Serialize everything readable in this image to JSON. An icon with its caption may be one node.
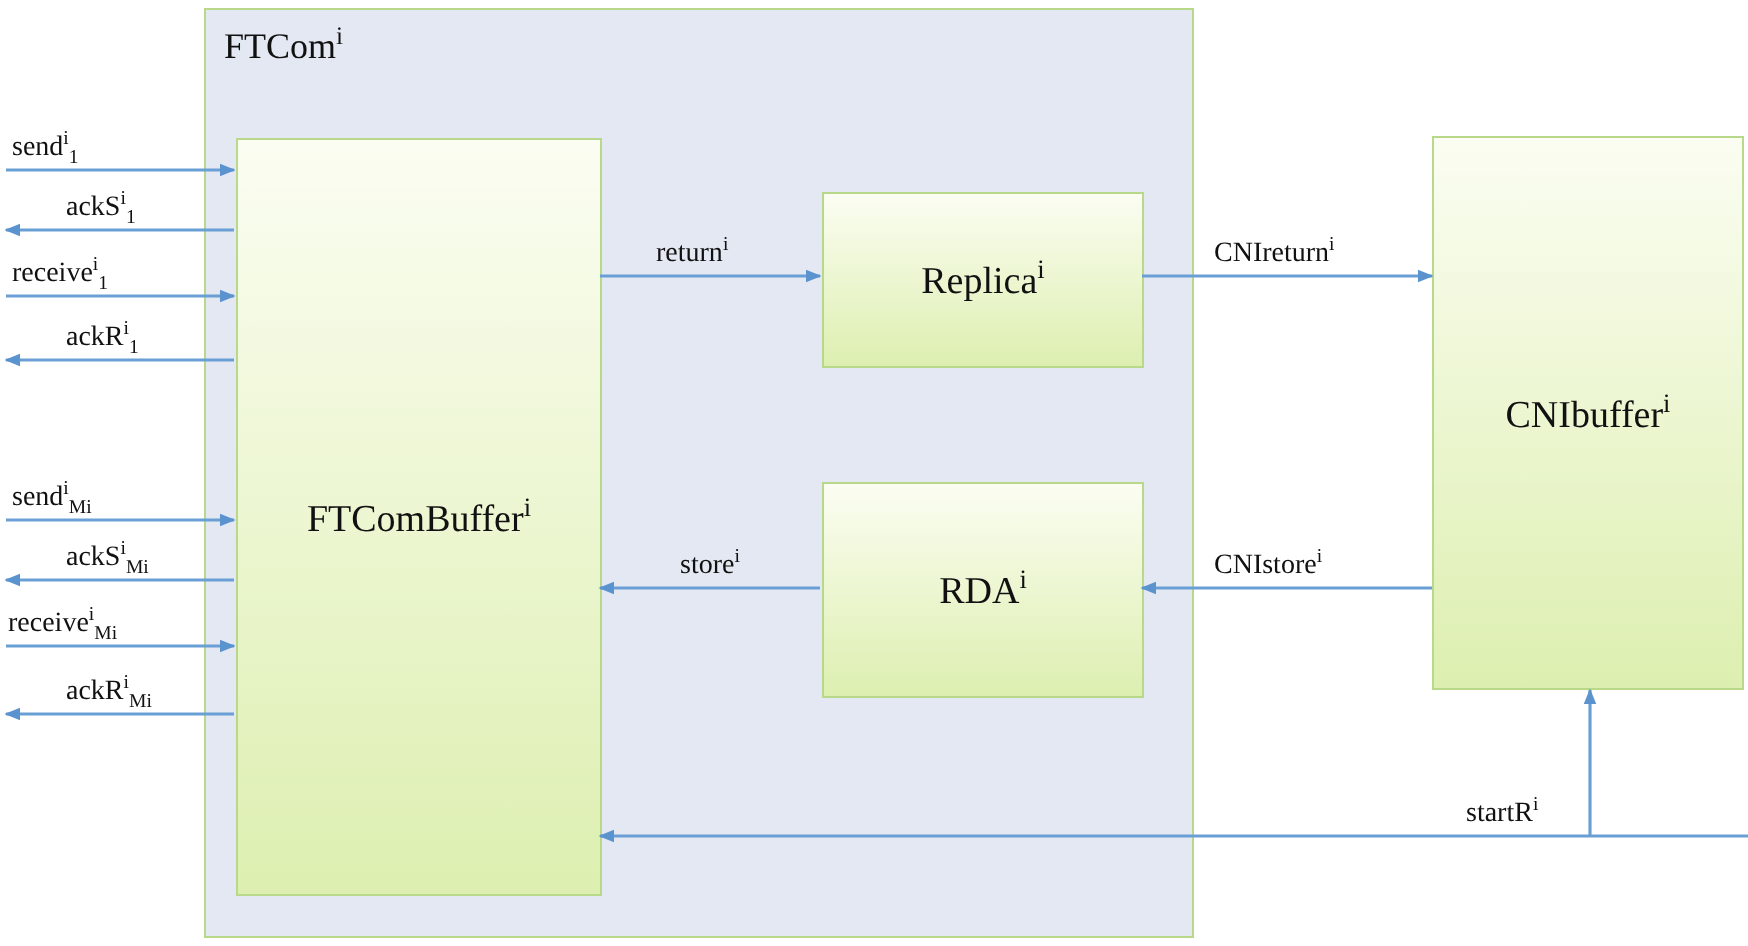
{
  "diagram": {
    "nodes": [
      {
        "text": [
          "FTCom$^{i}$"
        ]
      },
      {
        "text": [
          "FTComBuffer$^{i}$"
        ],
        "in": 0
      },
      {
        "text": [
          "Replica$^{i}$"
        ],
        "in": 0
      },
      {
        "text": [
          "RDA$^{i}$"
        ],
        "in": 0
      },
      {
        "text": [
          "CNIbuffer$^{i}$"
        ]
      }
    ],
    "edges": [
      {
        "from": null,
        "to": 1,
        "arrow": "to",
        "label": "send$^{i}$$_{1}$"
      },
      {
        "from": 1,
        "to": null,
        "arrow": "to",
        "label": "ackS$^{i}$$_{1}$"
      },
      {
        "from": null,
        "to": 1,
        "arrow": "to",
        "label": "receive$^{i}$$_{1}$"
      },
      {
        "from": 1,
        "to": null,
        "arrow": "to",
        "label": "ackR$^{i}$$_{1}$"
      },
      {
        "from": null,
        "to": 1,
        "arrow": "to",
        "label": "send$^{i}$$_{Mi}$"
      },
      {
        "from": 1,
        "to": null,
        "arrow": "to",
        "label": "ackS$^{i}$$_{Mi}$"
      },
      {
        "from": null,
        "to": 1,
        "arrow": "to",
        "label": "receive$^{i}$$_{Mi}$"
      },
      {
        "from": 1,
        "to": null,
        "arrow": "to",
        "label": "ackR$^{i}$$_{Mi}$"
      },
      {
        "from": 1,
        "to": 2,
        "arrow": "to",
        "label": "return$^{i}$"
      },
      {
        "from": 2,
        "to": 4,
        "arrow": "to",
        "label": "CNIreturn$^{i}$"
      },
      {
        "from": 4,
        "to": 3,
        "arrow": "to",
        "label": "CNIstore$^{i}$"
      },
      {
        "from": 3,
        "to": 1,
        "arrow": "to",
        "label": "store$^{i}$"
      },
      {
        "from": null,
        "to": 1,
        "arrow": "to",
        "label": "startR$^{i}$"
      },
      {
        "from": null,
        "to": 4,
        "arrow": "to"
      }
    ]
  }
}
